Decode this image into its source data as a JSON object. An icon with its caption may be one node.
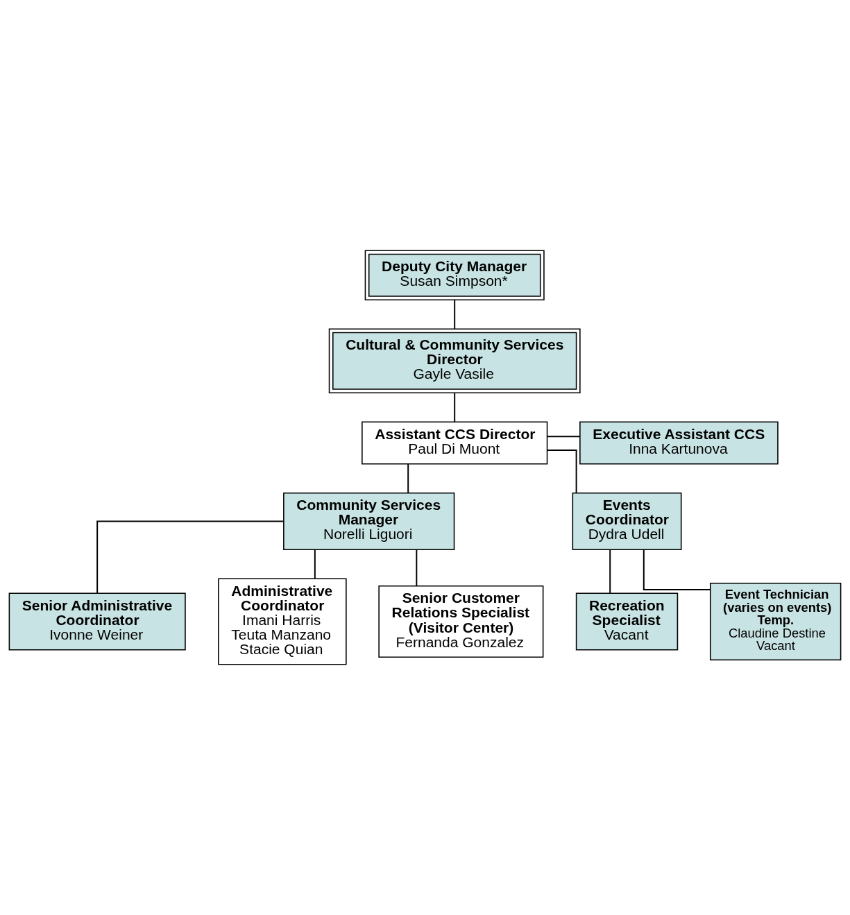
{
  "diagram": {
    "nodes": [
      {
        "text": [
          "Deputy City Manager",
          "Susan Simpson*"
        ]
      },
      {
        "text": [
          "Cultural & Community Services Director",
          "Gayle Vasile"
        ]
      },
      {
        "text": [
          "Assistant CCS Director",
          "Paul Di Muont"
        ]
      },
      {
        "text": [
          "Executive Assistant CCS",
          "Inna Kartunova"
        ]
      },
      {
        "text": [
          "Community Services Manager",
          "Norelli Liguori"
        ]
      },
      {
        "text": [
          "Events Coordinator",
          "Dydra Udell"
        ]
      },
      {
        "text": [
          "Senior Administrative Coordinator",
          "Ivonne Weiner"
        ]
      },
      {
        "text": [
          "Administrative Coordinator",
          "Imani Harris",
          "Teuta Manzano",
          "Stacie Quian"
        ]
      },
      {
        "text": [
          "Recreation Specialist",
          "Vacant"
        ]
      },
      {
        "text": [
          "Senior Customer Relations Specialist (Visitor Center)",
          "Fernanda Gonzalez"
        ]
      },
      {
        "text": [
          "Event Technician",
          "(varies on events)",
          "Temp.",
          "Claudine Destine",
          "Vacant"
        ]
      }
    ],
    "edges": [
      {
        "from": 0,
        "to": 1,
        "arrow": "none"
      },
      {
        "from": 1,
        "to": 2,
        "arrow": "none"
      },
      {
        "from": 2,
        "to": 3,
        "arrow": "none"
      },
      {
        "from": 2,
        "to": 4,
        "arrow": "none"
      },
      {
        "from": 2,
        "to": 5,
        "arrow": "none"
      },
      {
        "from": 4,
        "to": 6,
        "arrow": "none"
      },
      {
        "from": 4,
        "to": 7,
        "arrow": "none"
      },
      {
        "from": 4,
        "to": 9,
        "arrow": "none"
      },
      {
        "from": 5,
        "to": 8,
        "arrow": "none"
      },
      {
        "from": 5,
        "to": 10,
        "arrow": "none"
      }
    ]
  }
}
